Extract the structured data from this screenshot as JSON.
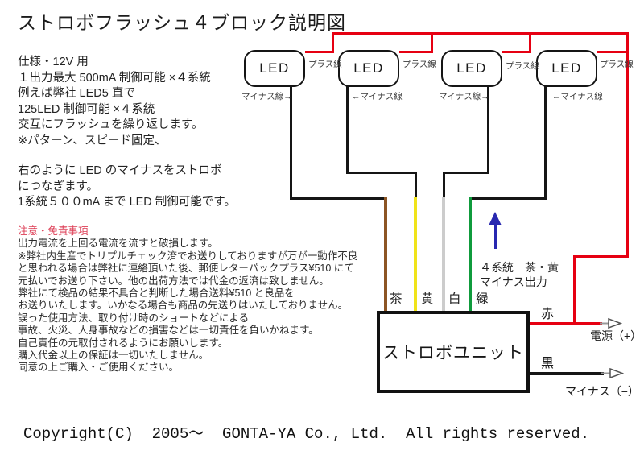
{
  "title": "ストロボフラッシュ４ブロック説明図",
  "spec": {
    "lines": [
      "仕様・12V 用",
      "１出力最大 500mA 制御可能 ×４系統",
      "例えば弊社 LED5 直で",
      "125LED 制御可能 ×４系統",
      "交互にフラッシュを繰り返します。",
      "※パターン、スピード固定、"
    ]
  },
  "usage": {
    "lines": [
      "右のように LED のマイナスをストロボ",
      "につなぎます。",
      "1系統５００mA まで LED 制御可能です。"
    ]
  },
  "notice": {
    "heading": "注意・免責事項",
    "lines": [
      "出力電流を上回る電流を流すと破損します。",
      "※弊社内生産でトリプルチェック済でお送りしておりますが万が一動作不良",
      "と思われる場合は弊社に連絡頂いた後、郵便レターパックプラス¥510 にて",
      "元払いでお送り下さい。他の出荷方法では代金の返済は致しません。",
      "弊社にて検品の結果不具合と判断した場合送料¥510 と良品を",
      "お送りいたします。いかなる場合も商品の先送りはいたしておりません。",
      "誤った使用方法、取り付け時のショートなどによる",
      "事故、火災、人身事故などの損害などは一切責任を負いかねます。",
      "自己責任の元取付されるようにお願いします。",
      "購入代金以上の保証は一切いたしません。",
      "同意の上ご購入・ご使用ください。"
    ]
  },
  "diagram": {
    "led_blocks": [
      {
        "label": "LED",
        "plus_label": "プラス線",
        "minus_label": "マイナス線→"
      },
      {
        "label": "LED",
        "plus_label": "プラス線",
        "minus_label": "←マイナス線"
      },
      {
        "label": "LED",
        "plus_label": "プラス線",
        "minus_label": "マイナス線→"
      },
      {
        "label": "LED",
        "plus_label": "プラス線",
        "minus_label": "←マイナス線"
      }
    ],
    "unit_label": "ストロボユニット",
    "wire_names": {
      "brown": "茶",
      "yellow": "黄",
      "white": "白",
      "green": "緑"
    },
    "outputs": {
      "red": {
        "wire_label": "赤",
        "terminal_label": "電源（+）"
      },
      "black": {
        "wire_label": "黒",
        "terminal_label": "マイナス（−）"
      }
    },
    "annotation": {
      "line1": "４系統　茶・黄",
      "line2": "マイナス出力"
    },
    "colors": {
      "red": "#e60012",
      "black": "#151515",
      "brown": "#8c5524",
      "yellow": "#f0e31a",
      "white": "#cccccc",
      "green": "#0f9b3c",
      "blue_arrow": "#2828b0",
      "notice_red": "#dd3d55"
    }
  },
  "footer": {
    "copyright": "Copyright(C)  2005～  GONTA-YA Co., Ltd.  All rights reserved."
  }
}
